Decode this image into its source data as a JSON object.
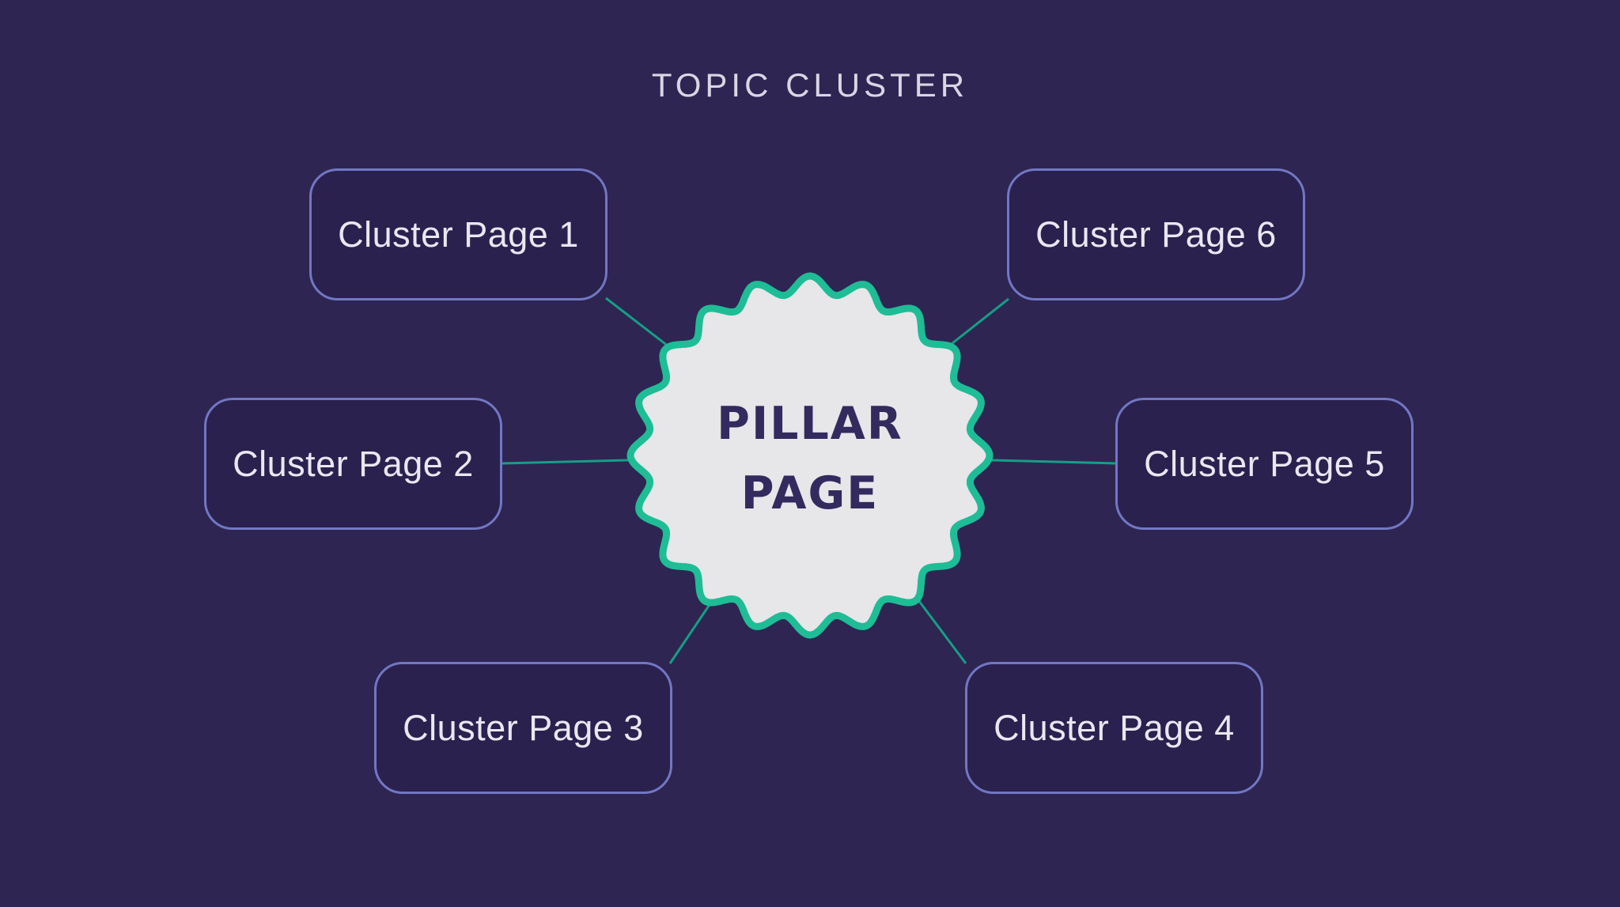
{
  "title": "TOPIC CLUSTER",
  "pillar": {
    "label": "PILLAR\nPAGE"
  },
  "clusters": [
    {
      "label": "Cluster Page 1"
    },
    {
      "label": "Cluster Page 2"
    },
    {
      "label": "Cluster Page 3"
    },
    {
      "label": "Cluster Page 4"
    },
    {
      "label": "Cluster Page 5"
    },
    {
      "label": "Cluster Page 6"
    }
  ],
  "colors": {
    "background": "#2e2552",
    "box_fill": "#2a214e",
    "box_border": "#7277c4",
    "box_text": "#e9e7f2",
    "title_text": "#d9d6e4",
    "connector": "#169e85",
    "gear_fill": "#e7e6e9",
    "gear_border": "#1ebd96",
    "pillar_text": "#332a5e"
  }
}
